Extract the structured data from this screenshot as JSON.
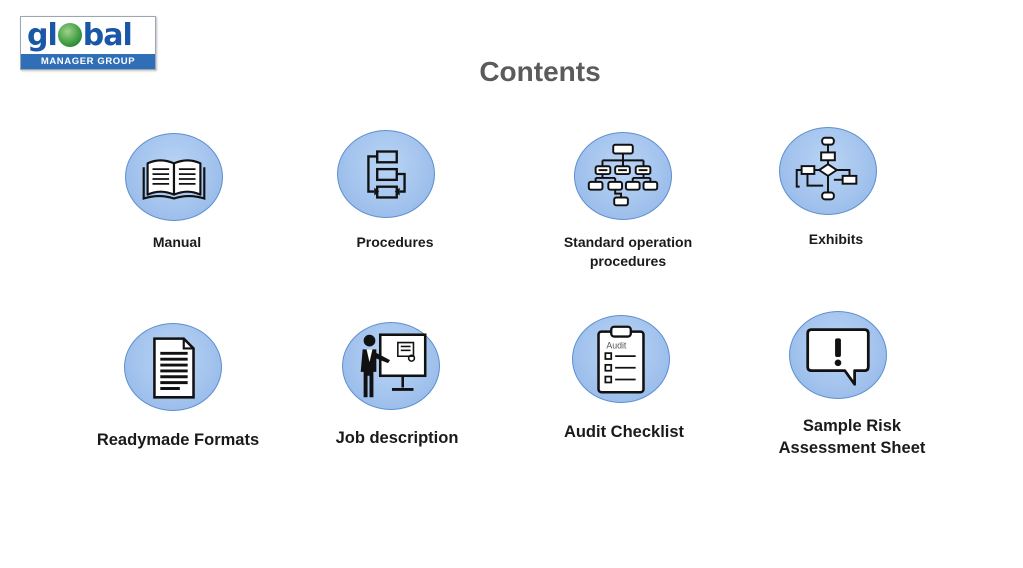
{
  "logo": {
    "word": "gl bal",
    "tagline": "MANAGER GROUP"
  },
  "title": "Contents",
  "items": [
    {
      "label": "Manual",
      "icon": "open-book-icon"
    },
    {
      "label": "Procedures",
      "icon": "process-flow-icon"
    },
    {
      "label": "Standard operation procedures",
      "icon": "org-chart-icon"
    },
    {
      "label": "Exhibits",
      "icon": "flowchart-icon"
    },
    {
      "label": "Readymade Formats",
      "icon": "document-icon"
    },
    {
      "label": "Job description",
      "icon": "presenter-icon"
    },
    {
      "label": "Audit Checklist",
      "icon": "clipboard-icon",
      "badge": "Audit"
    },
    {
      "label": "Sample Risk Assessment   Sheet",
      "icon": "warning-bubble-icon"
    }
  ],
  "colors": {
    "circle_fill": "#a4c4ee",
    "circle_border": "#5e8fcf",
    "title": "#5b5b5b",
    "brand": "#1a57a6"
  }
}
